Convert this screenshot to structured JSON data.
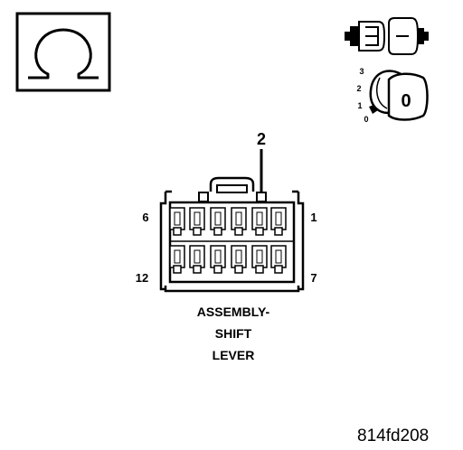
{
  "symbols": {
    "ohm": "Ω",
    "ohm_meaning": "ohmmeter-icon",
    "ignition_positions": [
      "3",
      "2",
      "1",
      "0"
    ],
    "key_position": "0"
  },
  "connector": {
    "pin_labels": {
      "top_left": "6",
      "top_right": "1",
      "bottom_left": "12",
      "bottom_right": "7"
    },
    "callout": "2",
    "name_lines": [
      "ASSEMBLY-",
      "SHIFT",
      "LEVER"
    ]
  },
  "figure_id": "814fd208"
}
